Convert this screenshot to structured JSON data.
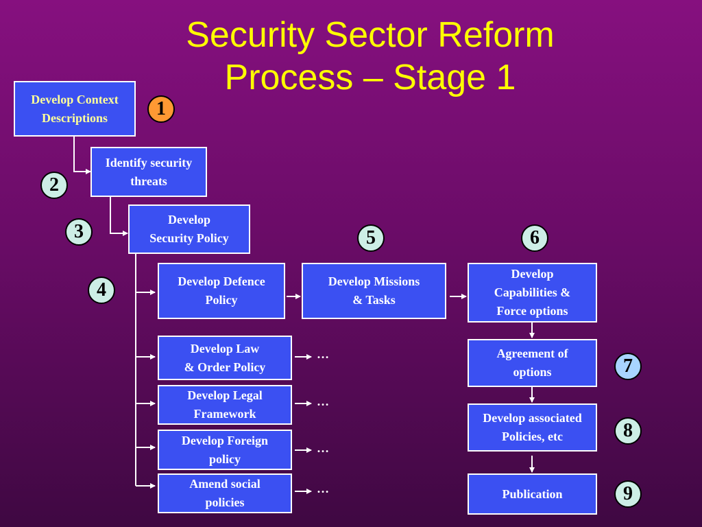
{
  "title": {
    "line1": "Security Sector Reform",
    "line2": "Process – Stage 1"
  },
  "boxes": {
    "context": "Develop Context\nDescriptions",
    "threats": "Identify security\nthreats",
    "security_policy": "Develop\nSecurity Policy",
    "defence_policy": "Develop Defence\nPolicy",
    "missions": "Develop Missions\n& Tasks",
    "capabilities": "Develop\nCapabilities &\nForce options",
    "law_order": "Develop Law\n& Order Policy",
    "agreement": "Agreement of\noptions",
    "legal": "Develop Legal\nFramework",
    "associated": "Develop associated\nPolicies, etc",
    "foreign": "Develop Foreign\npolicy",
    "social": "Amend social\npolicies",
    "publication": "Publication"
  },
  "badges": [
    "1",
    "2",
    "3",
    "4",
    "5",
    "6",
    "7",
    "8",
    "9"
  ],
  "ellipsis": "…",
  "colors": {
    "background_top": "#86107f",
    "background_bottom": "#3f0842",
    "title": "#ffff00",
    "box_fill": "#3b50f2",
    "box_border": "#ffffff",
    "badge_1": "#ff9933",
    "badge_default": "#cdeee6",
    "badge_blue": "#a8d4ff"
  }
}
